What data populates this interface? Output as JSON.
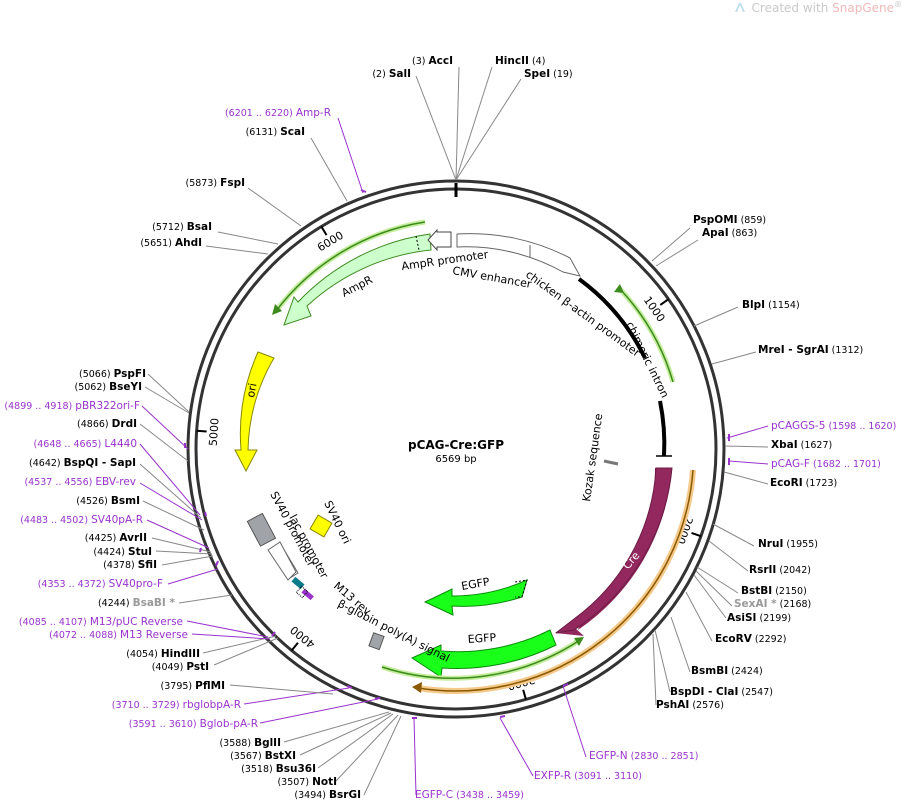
{
  "watermark": {
    "prefix": "Created with",
    "brand": "SnapGene",
    "mark": "®"
  },
  "plasmid": {
    "name": "pCAG-Cre:GFP",
    "length": "6569 bp",
    "total_bp": 6569
  },
  "ticks": [
    {
      "label": "1000",
      "bp": 1000
    },
    {
      "label": "2000",
      "bp": 2000
    },
    {
      "label": "3000",
      "bp": 3000
    },
    {
      "label": "4000",
      "bp": 4000
    },
    {
      "label": "5000",
      "bp": 5000
    },
    {
      "label": "6000",
      "bp": 6000
    }
  ],
  "features": [
    {
      "name": "CMV enhancer",
      "type": "enhancer"
    },
    {
      "name": "chicken β-actin promoter",
      "type": "promoter"
    },
    {
      "name": "chimeric intron",
      "type": "intron"
    },
    {
      "name": "Kozak sequence",
      "type": "misc"
    },
    {
      "name": "Cre",
      "type": "cds",
      "color": "#93285e"
    },
    {
      "name": "EGFP",
      "type": "cds",
      "color": "#1aff1a"
    },
    {
      "name": "EGFP",
      "type": "cds",
      "color": "#1aff1a"
    },
    {
      "name": "β-globin poly(A) signal",
      "type": "polyA"
    },
    {
      "name": "M13 rev",
      "type": "primer_bind"
    },
    {
      "name": "lac promoter",
      "type": "promoter"
    },
    {
      "name": "SV40 promoter",
      "type": "promoter"
    },
    {
      "name": "SV40 ori",
      "type": "rep_origin",
      "color": "#ffff00"
    },
    {
      "name": "ori",
      "type": "rep_origin",
      "color": "#ffff00"
    },
    {
      "name": "AmpR",
      "type": "cds",
      "color": "#ccffcc"
    },
    {
      "name": "AmpR promoter",
      "type": "promoter"
    }
  ],
  "sites": [
    {
      "pos": "(3)",
      "name": "AccI",
      "pos_first": true
    },
    {
      "pos": "(2)",
      "name": "SalI",
      "pos_first": true
    },
    {
      "pos": "(4)",
      "name": "HincII",
      "pos_first": false
    },
    {
      "pos": "(19)",
      "name": "SpeI",
      "pos_first": false
    },
    {
      "pos": "(6201 .. 6220)",
      "name": "Amp-R",
      "pos_first": true,
      "primer": true
    },
    {
      "pos": "(6131)",
      "name": "ScaI",
      "pos_first": true
    },
    {
      "pos": "(5873)",
      "name": "FspI",
      "pos_first": true
    },
    {
      "pos": "(5712)",
      "name": "BsaI",
      "pos_first": true
    },
    {
      "pos": "(5651)",
      "name": "AhdI",
      "pos_first": true
    },
    {
      "pos": "(859)",
      "name": "PspOMI",
      "pos_first": false
    },
    {
      "pos": "(863)",
      "name": "ApaI",
      "pos_first": false
    },
    {
      "pos": "(1154)",
      "name": "BlpI",
      "pos_first": false
    },
    {
      "pos": "(1312)",
      "name": "MreI",
      "name2": "SgrAI",
      "pos_first": false
    },
    {
      "pos": "(5066)",
      "name": "PspFI",
      "pos_first": true
    },
    {
      "pos": "(5062)",
      "name": "BseYI",
      "pos_first": true
    },
    {
      "pos": "(4899 .. 4918)",
      "name": "pBR322ori-F",
      "pos_first": true,
      "primer": true
    },
    {
      "pos": "(4866)",
      "name": "DrdI",
      "pos_first": true
    },
    {
      "pos": "(4648 .. 4665)",
      "name": "L4440",
      "pos_first": true,
      "primer": true
    },
    {
      "pos": "(4642)",
      "name": "BspQI",
      "name2": "SapI",
      "pos_first": true
    },
    {
      "pos": "(4537 .. 4556)",
      "name": "EBV-rev",
      "pos_first": true,
      "primer": true
    },
    {
      "pos": "(4526)",
      "name": "BsmI",
      "pos_first": true
    },
    {
      "pos": "(4483 .. 4502)",
      "name": "SV40pA-R",
      "pos_first": true,
      "primer": true
    },
    {
      "pos": "(4425)",
      "name": "AvrII",
      "pos_first": true
    },
    {
      "pos": "(4424)",
      "name": "StuI",
      "pos_first": true
    },
    {
      "pos": "(4378)",
      "name": "SfiI",
      "pos_first": true
    },
    {
      "pos": "(4353 .. 4372)",
      "name": "SV40pro-F",
      "pos_first": true,
      "primer": true
    },
    {
      "pos": "(4244)",
      "name": "BsaBI",
      "pos_first": true,
      "gray": true,
      "note": "*"
    },
    {
      "pos": "(4085 .. 4107)",
      "name": "M13/pUC Reverse",
      "pos_first": true,
      "primer": true
    },
    {
      "pos": "(4072 .. 4088)",
      "name": "M13 Reverse",
      "pos_first": true,
      "primer": true
    },
    {
      "pos": "(4054)",
      "name": "HindIII",
      "pos_first": true
    },
    {
      "pos": "(4049)",
      "name": "PstI",
      "pos_first": true
    },
    {
      "pos": "(3795)",
      "name": "PflMI",
      "pos_first": true
    },
    {
      "pos": "(3710 .. 3729)",
      "name": "rbglobpA-R",
      "pos_first": true,
      "primer": true
    },
    {
      "pos": "(3591 .. 3610)",
      "name": "Bglob-pA-R",
      "pos_first": true,
      "primer": true
    },
    {
      "pos": "(3588)",
      "name": "BglII",
      "pos_first": true
    },
    {
      "pos": "(3567)",
      "name": "BstXI",
      "pos_first": true
    },
    {
      "pos": "(3518)",
      "name": "Bsu36I",
      "pos_first": true
    },
    {
      "pos": "(3507)",
      "name": "NotI",
      "pos_first": true
    },
    {
      "pos": "(3494)",
      "name": "BsrGI",
      "pos_first": true
    },
    {
      "pos": "(3438 .. 3459)",
      "name": "EGFP-C",
      "pos_first": false,
      "primer": true
    },
    {
      "pos": "(3091 .. 3110)",
      "name": "EXFP-R",
      "pos_first": false,
      "primer": true
    },
    {
      "pos": "(2830 .. 2851)",
      "name": "EGFP-N",
      "pos_first": false,
      "primer": true
    },
    {
      "pos": "(2576)",
      "name": "PshAI",
      "pos_first": false
    },
    {
      "pos": "(2547)",
      "name": "BspDI",
      "name2": "ClaI",
      "pos_first": false
    },
    {
      "pos": "(2424)",
      "name": "BsmBI",
      "pos_first": false
    },
    {
      "pos": "(2292)",
      "name": "EcoRV",
      "pos_first": false
    },
    {
      "pos": "(2199)",
      "name": "AsiSI",
      "pos_first": false
    },
    {
      "pos": "(2168)",
      "name": "SexAI",
      "pos_first": false,
      "gray": true,
      "note": "*"
    },
    {
      "pos": "(2150)",
      "name": "BstBI",
      "pos_first": false
    },
    {
      "pos": "(2042)",
      "name": "RsrII",
      "pos_first": false
    },
    {
      "pos": "(1955)",
      "name": "NruI",
      "pos_first": false
    },
    {
      "pos": "(1723)",
      "name": "EcoRI",
      "pos_first": false
    },
    {
      "pos": "(1682 .. 1701)",
      "name": "pCAG-F",
      "pos_first": false,
      "primer": true
    },
    {
      "pos": "(1627)",
      "name": "XbaI",
      "pos_first": false
    },
    {
      "pos": "(1598 .. 1620)",
      "name": "pCAGGS-5",
      "pos_first": false,
      "primer": true
    }
  ],
  "colors": {
    "site_label": "#000000",
    "primer_label": "#9933cc",
    "gray_label": "#999999",
    "backbone": "#333333",
    "cre": "#93285e",
    "egfp": "#1aff1a",
    "ori": "#ffff00",
    "ampr": "#ccffcc",
    "orange_primer_glow": "#f5c98a",
    "green_primer_glow": "#c4ee9c"
  }
}
